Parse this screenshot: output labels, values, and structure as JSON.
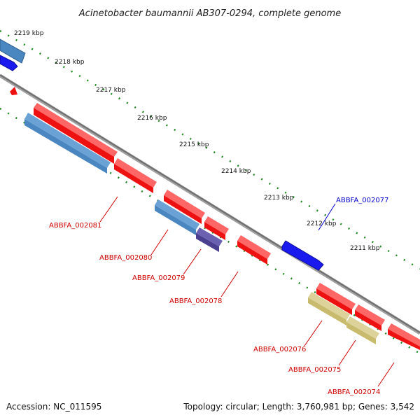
{
  "title": "Acinetobacter baumannii AB307-0294, complete genome",
  "accession": "Accession: NC_011595",
  "summary": "Topology: circular; Length: 3,760,981 bp; Genes: 3,542",
  "scale_labels": [
    "2219 kbp",
    "2218 kbp",
    "2217 kbp",
    "2216 kbp",
    "2215 kbp",
    "2214 kbp",
    "2213 kbp",
    "2212 kbp",
    "2211 kbp"
  ],
  "gene_labels": {
    "ABBFA_002077": "ABBFA_002077",
    "ABBFA_002081": "ABBFA_002081",
    "ABBFA_002080": "ABBFA_002080",
    "ABBFA_002079": "ABBFA_002079",
    "ABBFA_002078": "ABBFA_002078",
    "ABBFA_002076": "ABBFA_002076",
    "ABBFA_002075": "ABBFA_002075",
    "ABBFA_002074": "ABBFA_002074"
  },
  "colors": {
    "cds_forward": "#ee1111",
    "cds_reverse": "#1a1aee",
    "orf": "#4a86c0",
    "orf_alt": "#4a4090",
    "gene_product": "#c8bb6e",
    "backbone": "#808080",
    "ticks": "#228822",
    "label_forward": "#cc0000",
    "label_reverse": "#0000cc"
  }
}
